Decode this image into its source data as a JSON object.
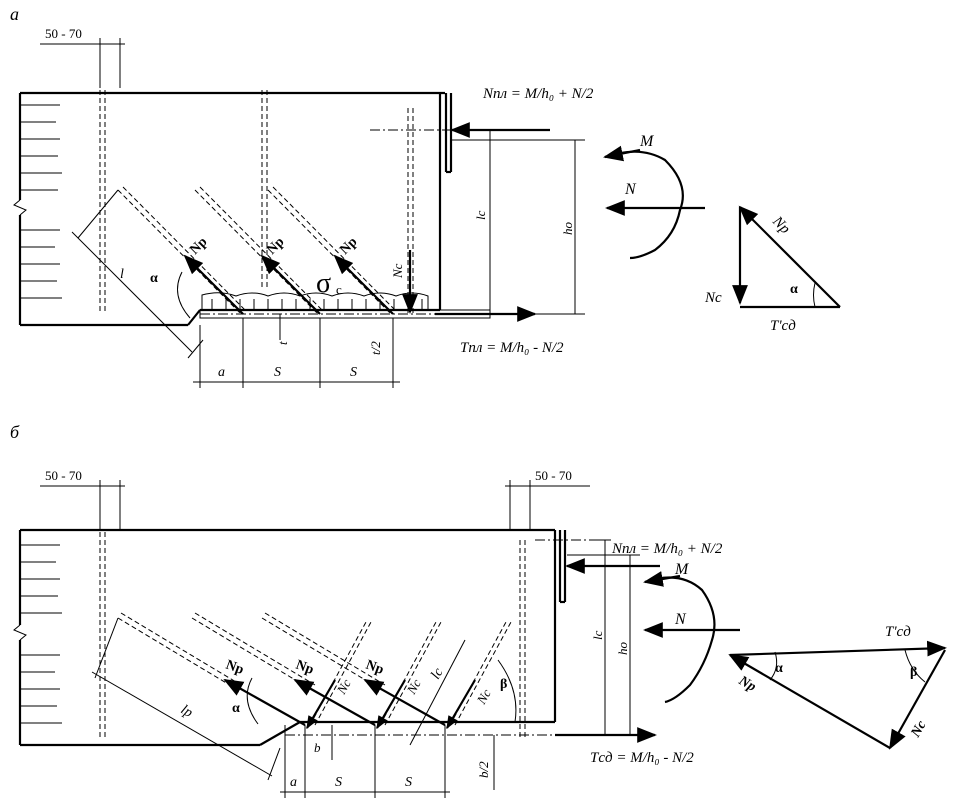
{
  "panel_a": {
    "label": "а",
    "dim_top": "50 - 70",
    "n_pl_formula": "Nпл = M/h₀ + N/2",
    "t_pl_formula": "Tпл = M/h₀ - N/2",
    "lbl_M": "M",
    "lbl_N": "N",
    "lbl_lc": "lc",
    "lbl_h0": "ho",
    "lbl_Np": "Np",
    "lbl_Nc": "Nc",
    "lbl_sigma": "σ",
    "lbl_sigma_sub": "c",
    "lbl_l": "l",
    "lbl_alpha": "α",
    "lbl_a": "a",
    "lbl_S": "S",
    "lbl_t": "t",
    "lbl_t2": "t/2",
    "tri_Np": "Np",
    "tri_Nc": "Nc",
    "tri_alpha": "α",
    "tri_T": "T'сд"
  },
  "panel_b": {
    "label": "б",
    "dim_top_left": "50 - 70",
    "dim_top_right": "50 - 70",
    "n_pl_formula": "Nпл = M/h₀ + N/2",
    "t_sd_formula": "Tсд = M/h₀ - N/2",
    "lbl_M": "M",
    "lbl_N": "N",
    "lbl_lc": "lc",
    "lbl_h0": "ho",
    "lbl_Np": "Np",
    "lbl_Nc": "Nc",
    "lbl_lc_diag": "lc",
    "lbl_lp": "lp",
    "lbl_alpha": "α",
    "lbl_beta": "β",
    "lbl_a": "a",
    "lbl_S": "S",
    "lbl_b": "b",
    "lbl_b2": "b/2",
    "tri_T": "T'сд",
    "tri_Np": "Np",
    "tri_Nc": "Nc",
    "tri_alpha": "α",
    "tri_beta": "β"
  }
}
